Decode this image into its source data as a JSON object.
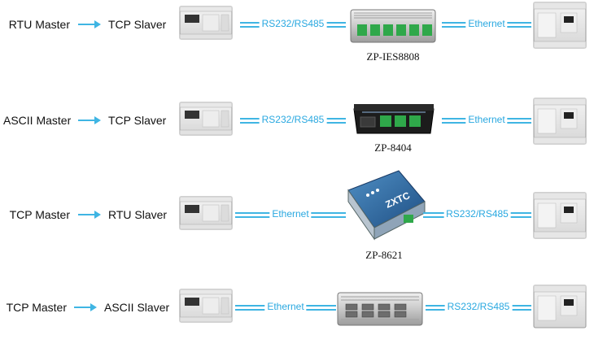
{
  "rows": [
    {
      "master": "RTU Master",
      "slave": "TCP Slaver",
      "link_left": "RS232/RS485",
      "link_right": "Ethernet",
      "model": "ZP-IES8808"
    },
    {
      "master": "ASCII Master",
      "slave": "TCP Slaver",
      "link_left": "RS232/RS485",
      "link_right": "Ethernet",
      "model": "ZP-8404"
    },
    {
      "master": "TCP Master",
      "slave": "RTU Slaver",
      "link_left": "Ethernet",
      "link_right": "RS232/RS485",
      "model": "ZP-8621",
      "device_logo": "ZXTC"
    },
    {
      "master": "TCP Master",
      "slave": "ASCII Slaver",
      "link_left": "Ethernet",
      "link_right": "RS232/RS485",
      "model": ""
    }
  ],
  "colors": {
    "link": "#3fb5e3",
    "label": "#29a8e0",
    "terminal": "#2fa84a"
  }
}
